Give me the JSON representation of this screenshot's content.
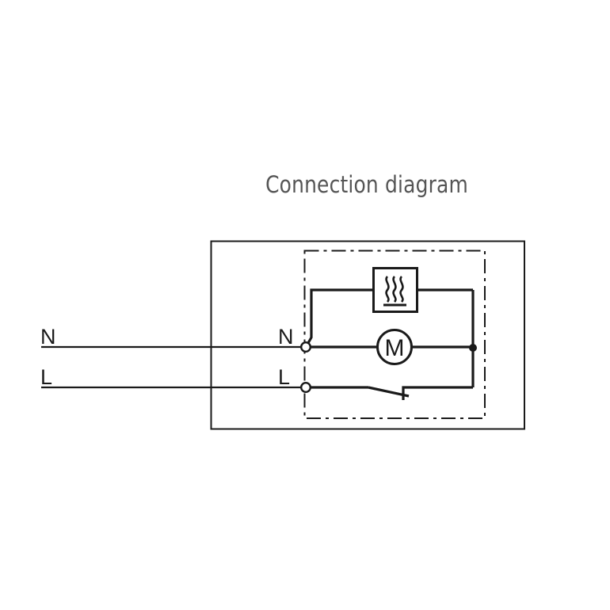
{
  "title": "Connection diagram",
  "external": {
    "n_label": "N",
    "l_label": "L"
  },
  "terminals": {
    "n_label": "N",
    "l_label": "L"
  },
  "components": {
    "motor_label": "M",
    "heater": "heating-element",
    "switch": "switch-normally-open"
  },
  "colors": {
    "line": "#1a1a1a",
    "title": "#555555",
    "background": "#ffffff"
  }
}
